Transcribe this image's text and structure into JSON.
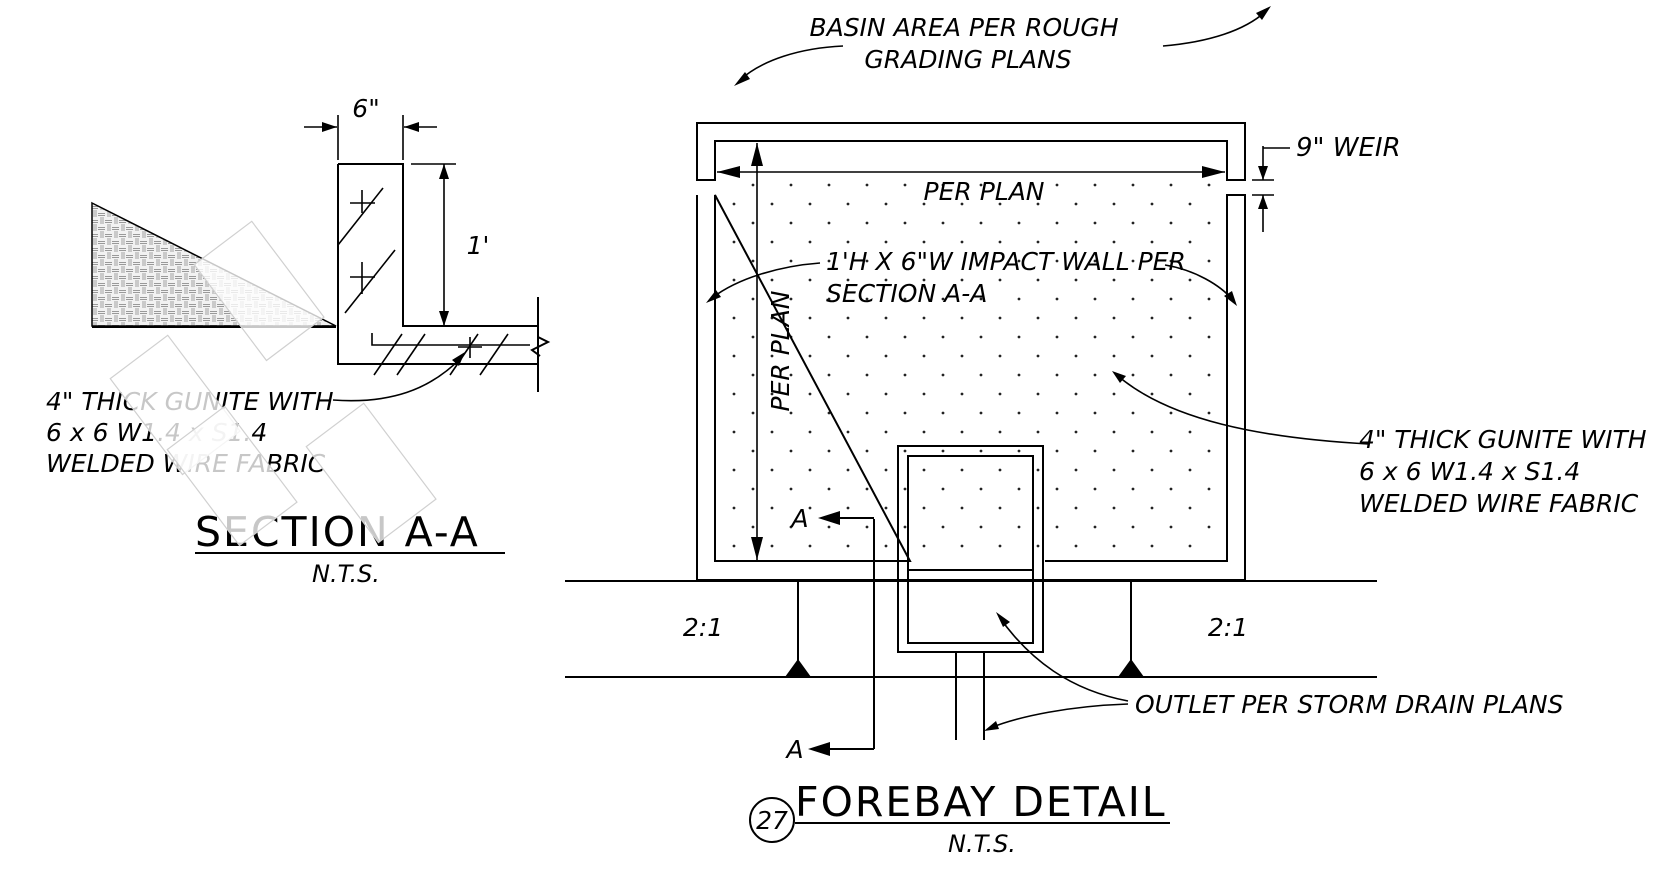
{
  "section": {
    "dim_width": "6\"",
    "dim_height": "1'",
    "note": [
      "4\" THICK GUNITE WITH",
      "6 x 6 W1.4 x S1.4",
      "WELDED WIRE FABRIC"
    ],
    "title": "SECTION A-A",
    "scale": "N.T.S."
  },
  "forebay": {
    "basin_note": [
      "BASIN AREA PER ROUGH",
      "GRADING PLANS"
    ],
    "weir": "9\" WEIR",
    "per_plan_width": "PER PLAN",
    "per_plan_height": "PER PLAN",
    "impact_wall_note": [
      "1'H X 6\"W IMPACT WALL PER",
      "SECTION A-A"
    ],
    "gunite_note": [
      "4\" THICK GUNITE WITH",
      "6 x 6 W1.4 x S1.4",
      "WELDED WIRE FABRIC"
    ],
    "slope_left": "2:1",
    "slope_right": "2:1",
    "section_cut_top": "A",
    "section_cut_bottom": "A",
    "outlet_note": "OUTLET PER STORM DRAIN PLANS",
    "detail_number": "27",
    "title": "FOREBAY DETAIL",
    "scale": "N.T.S."
  }
}
